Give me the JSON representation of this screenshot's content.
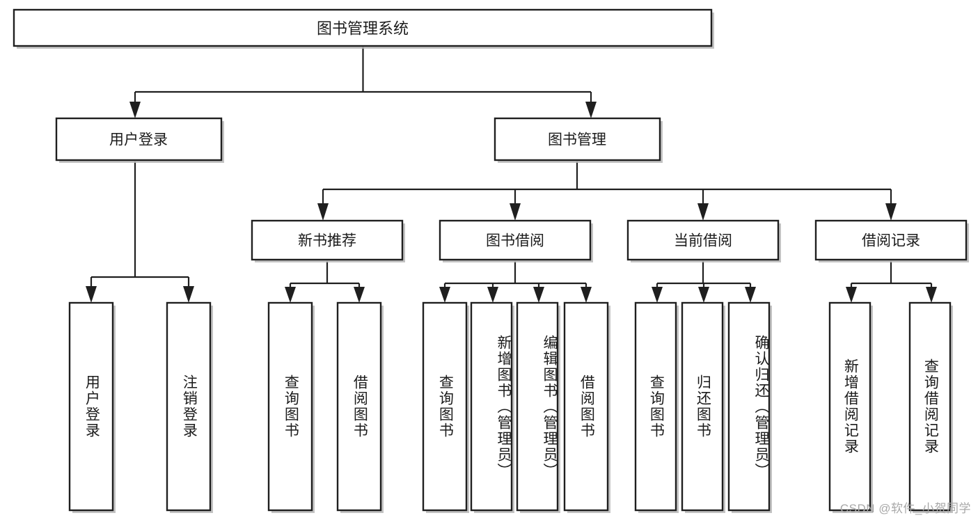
{
  "diagram": {
    "type": "tree",
    "title": "图书管理系统",
    "orientation": "top-down",
    "colors": {
      "box_fill": "#ffffff",
      "box_stroke": "#1f1f1f",
      "connector": "#1f1f1f",
      "text": "#1b1b1b",
      "shadow": "#b8b8b8",
      "watermark": "#a8a8a8",
      "background": "#ffffff"
    },
    "root": {
      "id": "root",
      "label": "图书管理系统"
    },
    "level2": [
      {
        "id": "user-login",
        "label": "用户登录"
      },
      {
        "id": "book-manage",
        "label": "图书管理"
      }
    ],
    "level3": [
      {
        "id": "new-book-recommend",
        "label": "新书推荐",
        "parent": "book-manage"
      },
      {
        "id": "book-borrow",
        "label": "图书借阅",
        "parent": "book-manage"
      },
      {
        "id": "current-borrow",
        "label": "当前借阅",
        "parent": "book-manage"
      },
      {
        "id": "borrow-record",
        "label": "借阅记录",
        "parent": "book-manage"
      }
    ],
    "leaves": {
      "user-login": [
        {
          "id": "leaf-user-login",
          "label": "用户登录"
        },
        {
          "id": "leaf-logout",
          "label": "注销登录"
        }
      ],
      "new-book-recommend": [
        {
          "id": "leaf-query-book-1",
          "label": "查询图书"
        },
        {
          "id": "leaf-borrow-book-1",
          "label": "借阅图书"
        }
      ],
      "book-borrow": [
        {
          "id": "leaf-query-book-2",
          "label": "查询图书"
        },
        {
          "id": "leaf-add-book",
          "label": "新增图书（管理员）"
        },
        {
          "id": "leaf-edit-book",
          "label": "编辑图书（管理员）"
        },
        {
          "id": "leaf-borrow-book-2",
          "label": "借阅图书"
        }
      ],
      "current-borrow": [
        {
          "id": "leaf-query-book-3",
          "label": "查询图书"
        },
        {
          "id": "leaf-return-book",
          "label": "归还图书"
        },
        {
          "id": "leaf-confirm-return",
          "label": "确认归还（管理员）"
        }
      ],
      "borrow-record": [
        {
          "id": "leaf-add-record",
          "label": "新增借阅记录"
        },
        {
          "id": "leaf-query-record",
          "label": "查询借阅记录"
        }
      ]
    }
  },
  "watermark": {
    "text": "CSDN @软件_小贺同学"
  }
}
